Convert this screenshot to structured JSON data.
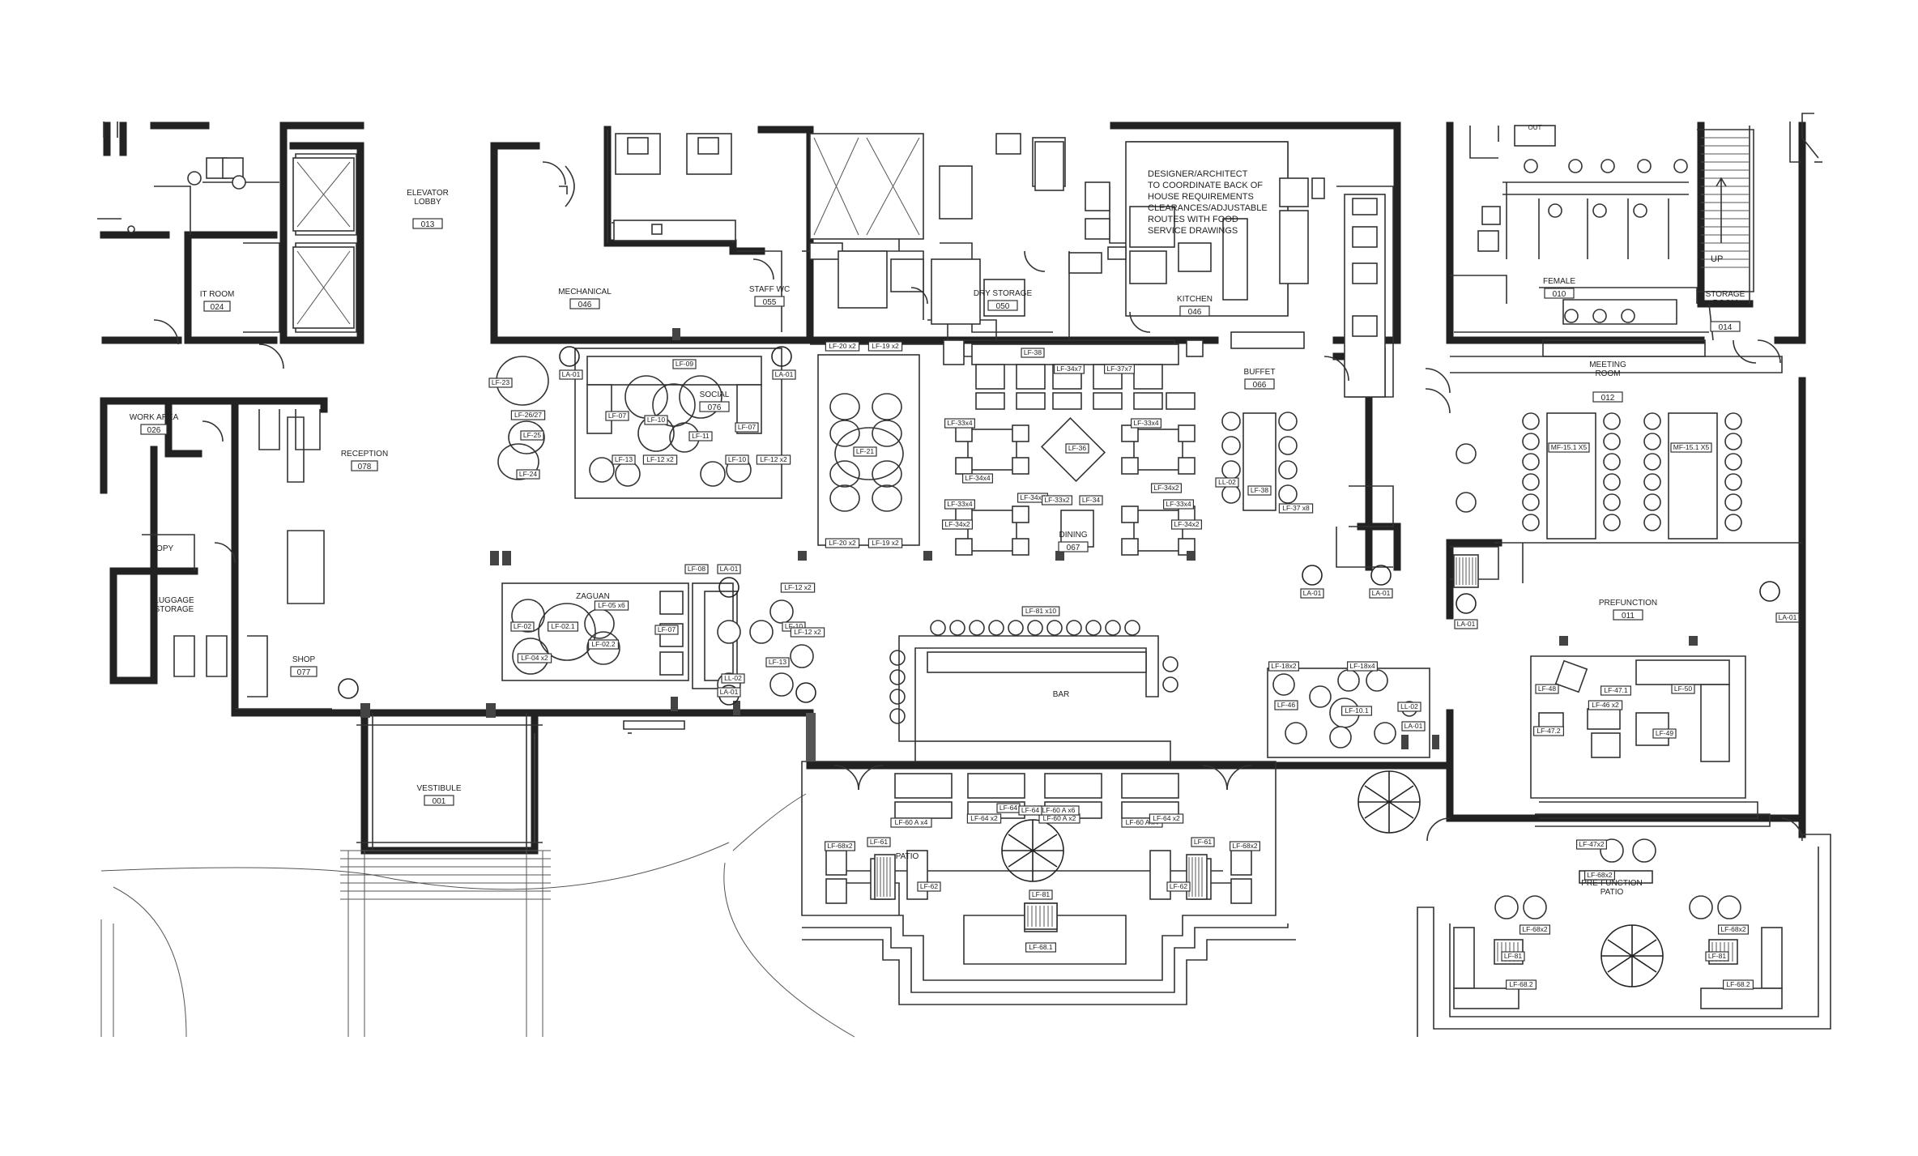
{
  "rooms": [
    {
      "id": "elevator-lobby",
      "name": "ELEVATOR\nLOBBY",
      "number": "013"
    },
    {
      "id": "it-room",
      "name": "IT ROOM",
      "number": "024"
    },
    {
      "id": "work-area",
      "name": "WORK AREA",
      "number": "026"
    },
    {
      "id": "reception",
      "name": "RECEPTION",
      "number": "078"
    },
    {
      "id": "copy",
      "name": "COPY",
      "number": ""
    },
    {
      "id": "luggage-storage",
      "name": "LUGGAGE\nSTORAGE",
      "number": ""
    },
    {
      "id": "shop",
      "name": "SHOP",
      "number": "077"
    },
    {
      "id": "vestibule",
      "name": "VESTIBULE",
      "number": "001"
    },
    {
      "id": "mechanical",
      "name": "MECHANICAL",
      "number": "046"
    },
    {
      "id": "staff-wc",
      "name": "STAFF WC",
      "number": "055"
    },
    {
      "id": "dry-storage",
      "name": "DRY STORAGE",
      "number": "050"
    },
    {
      "id": "kitchen",
      "name": "KITCHEN",
      "number": "046"
    },
    {
      "id": "buffet",
      "name": "BUFFET",
      "number": "066"
    },
    {
      "id": "social",
      "name": "SOCIAL",
      "number": "076"
    },
    {
      "id": "dining",
      "name": "DINING",
      "number": "067"
    },
    {
      "id": "zaguan",
      "name": "ZAGUAN",
      "number": ""
    },
    {
      "id": "bar",
      "name": "BAR",
      "number": ""
    },
    {
      "id": "patio",
      "name": "PATIO",
      "number": ""
    },
    {
      "id": "female",
      "name": "FEMALE",
      "number": "010"
    },
    {
      "id": "storage-room",
      "name": "STORAGE\nROOM",
      "number": "014"
    },
    {
      "id": "meeting-room",
      "name": "MEETING\nROOM",
      "number": "012"
    },
    {
      "id": "prefunction",
      "name": "PREFUNCTION",
      "number": "011"
    },
    {
      "id": "pre-function-patio",
      "name": "PRE-FUNCTION\nPATIO",
      "number": ""
    }
  ],
  "notes": {
    "kitchen_note": "DESIGNER/ARCHITECT\nTO COORDINATE BACK OF\nHOUSE REQUIREMENTS\nCLEARANCES/ADJUSTABLE\nROUTES WITH FOOD\nSERVICE DRAWINGS",
    "stair_up": "UP"
  },
  "tags": [
    {
      "label": "LF-23"
    },
    {
      "label": "LF-26/27"
    },
    {
      "label": "LF-25"
    },
    {
      "label": "LF-24"
    },
    {
      "label": "LF-09"
    },
    {
      "label": "LF-07"
    },
    {
      "label": "LF-10"
    },
    {
      "label": "LF-11"
    },
    {
      "label": "LF-13"
    },
    {
      "label": "LF-12 x2"
    },
    {
      "label": "LF-10"
    },
    {
      "label": "LF-12 x2"
    },
    {
      "label": "LF-07"
    },
    {
      "label": "LA-01"
    },
    {
      "label": "LA-01"
    },
    {
      "label": "LF-20 x2"
    },
    {
      "label": "LF-19 x2"
    },
    {
      "label": "LF-21"
    },
    {
      "label": "LF-20 x2"
    },
    {
      "label": "LF-19 x2"
    },
    {
      "label": "LF-38"
    },
    {
      "label": "LF-34x7"
    },
    {
      "label": "LF-37x7"
    },
    {
      "label": "LF-33x4"
    },
    {
      "label": "LF-36"
    },
    {
      "label": "LF-34x4"
    },
    {
      "label": "LF-34x2"
    },
    {
      "label": "LF-34x4"
    },
    {
      "label": "LF-33x4"
    },
    {
      "label": "LF-34x2"
    },
    {
      "label": "LF-33x4"
    },
    {
      "label": "LF-34x2"
    },
    {
      "label": "LF-33x2"
    },
    {
      "label": "LF-34"
    },
    {
      "label": "LF-33x4"
    },
    {
      "label": "LF-34x2"
    },
    {
      "label": "LL-02"
    },
    {
      "label": "LF-38"
    },
    {
      "label": "LF-37 x8"
    },
    {
      "label": "LA-01"
    },
    {
      "label": "LA-01"
    },
    {
      "label": "LF-02"
    },
    {
      "label": "LF-02.1"
    },
    {
      "label": "LF-05 x6"
    },
    {
      "label": "LF-02.2"
    },
    {
      "label": "LF-04 x2"
    },
    {
      "label": "LF-07"
    },
    {
      "label": "LF-08"
    },
    {
      "label": "LA-01"
    },
    {
      "label": "LF-12 x2"
    },
    {
      "label": "LF-10"
    },
    {
      "label": "LF-12 x2"
    },
    {
      "label": "LF-13"
    },
    {
      "label": "LL-02"
    },
    {
      "label": "LA-01"
    },
    {
      "label": "LF-81 x10"
    },
    {
      "label": "LF-18x2"
    },
    {
      "label": "LF-18x4"
    },
    {
      "label": "LF-46"
    },
    {
      "label": "LF-10.1"
    },
    {
      "label": "LL-02"
    },
    {
      "label": "LA-01"
    },
    {
      "label": "LF-60 A x4"
    },
    {
      "label": "LF-64 x2"
    },
    {
      "label": "LF-60 A x2"
    },
    {
      "label": "LF-64"
    },
    {
      "label": "LF-60 A x6"
    },
    {
      "label": "LF-64"
    },
    {
      "label": "LF-60 A x4"
    },
    {
      "label": "LF-64 x2"
    },
    {
      "label": "LF-68x2"
    },
    {
      "label": "LF-61"
    },
    {
      "label": "LF-62"
    },
    {
      "label": "LF-81"
    },
    {
      "label": "LF-68.1"
    },
    {
      "label": "LF-62"
    },
    {
      "label": "LF-61"
    },
    {
      "label": "LF-68x2"
    },
    {
      "label": "MF-15.1 X5"
    },
    {
      "label": "MF-15.1 X5"
    },
    {
      "label": "LA-01"
    },
    {
      "label": "LA-01"
    },
    {
      "label": "LF-48"
    },
    {
      "label": "LF-46 x2"
    },
    {
      "label": "LF-47.2"
    },
    {
      "label": "LF-47.1"
    },
    {
      "label": "LF-50"
    },
    {
      "label": "LF-49"
    },
    {
      "label": "LF-47x2"
    },
    {
      "label": "LF-68x2"
    },
    {
      "label": "LF-68x2"
    },
    {
      "label": "LF-81"
    },
    {
      "label": "LF-68.2"
    },
    {
      "label": "LF-68x2"
    },
    {
      "label": "LF-81"
    },
    {
      "label": "LF-68.2"
    }
  ],
  "doors": {
    "ouf_label": "OUT"
  }
}
